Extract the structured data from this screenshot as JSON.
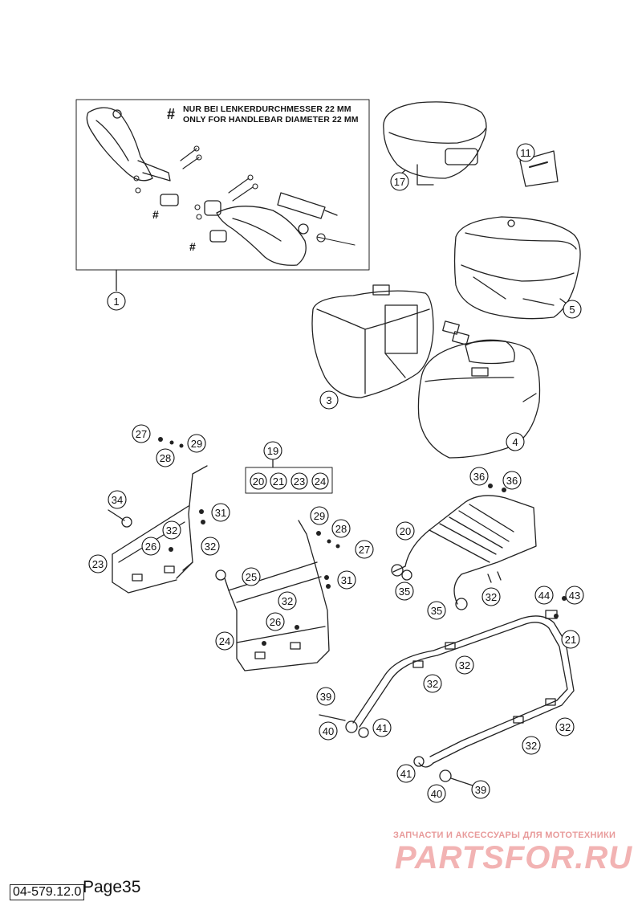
{
  "note": {
    "symbol": "#",
    "line_de": "NUR BEI LENKERDURCHMESSER 22 MM",
    "line_en": "ONLY FOR HANDLEBAR DIAMETER 22 MM"
  },
  "kit_group": {
    "label": "19",
    "items": [
      "20",
      "21",
      "23",
      "24"
    ]
  },
  "callouts": [
    "1",
    "17",
    "11",
    "5",
    "3",
    "4",
    "27",
    "28",
    "29",
    "34",
    "31",
    "32",
    "23",
    "26",
    "25",
    "24",
    "20",
    "35",
    "36",
    "44",
    "43",
    "21",
    "39",
    "40",
    "41"
  ],
  "watermark": {
    "tagline": "ЗАПЧАСТИ И АКСЕССУАРЫ ДЛЯ МОТОТЕХНИКИ",
    "brand": "PARTSFOR.RU"
  },
  "footer": {
    "doc_number": "04-579.12.0",
    "page_label": "Page35"
  }
}
